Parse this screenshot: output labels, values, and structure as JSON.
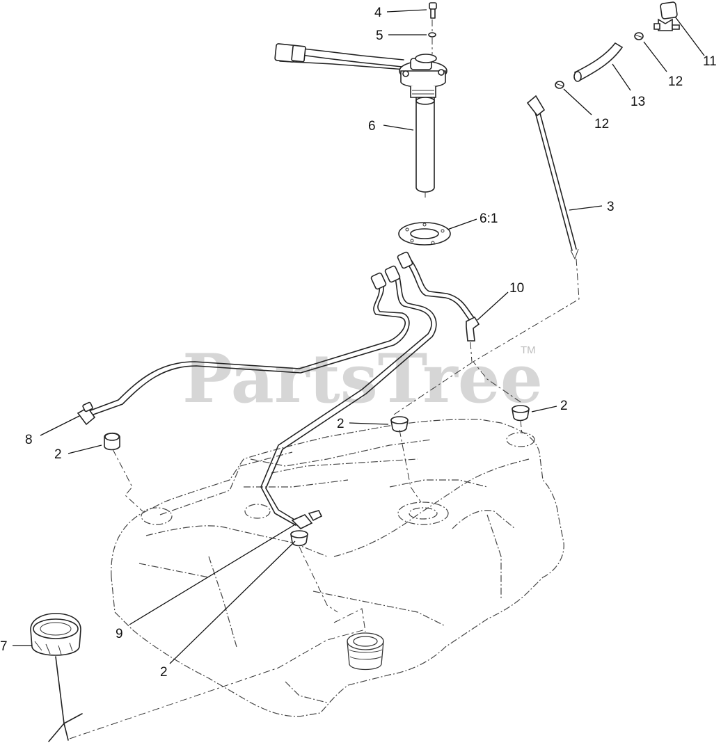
{
  "watermark": {
    "text": "PartsTree",
    "trademark": "TM"
  },
  "callouts": {
    "c4": "4",
    "c5": "5",
    "c6": "6",
    "c6_1": "6:1",
    "c3": "3",
    "c11": "11",
    "c12a": "12",
    "c12b": "12",
    "c13": "13",
    "c10": "10",
    "c8": "8",
    "c2a": "2",
    "c2b": "2",
    "c2c": "2",
    "c2d": "2",
    "c9": "9",
    "c7": "7"
  }
}
